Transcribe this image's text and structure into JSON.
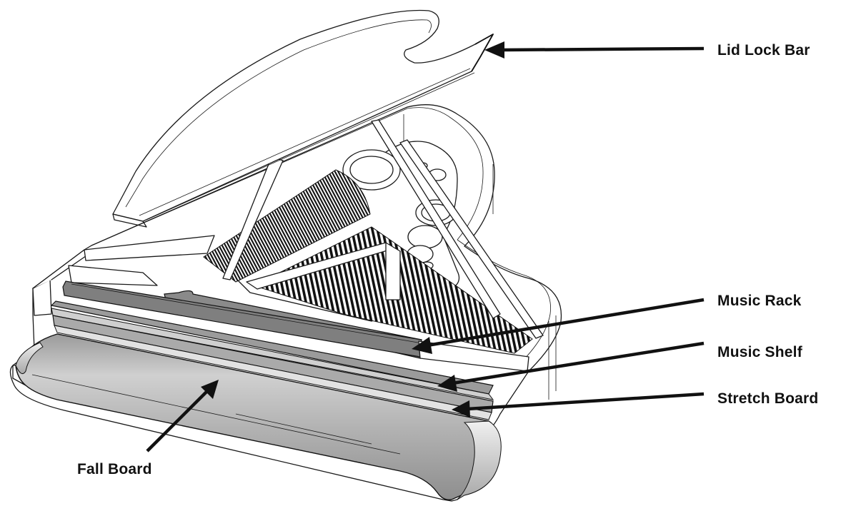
{
  "diagram": {
    "subject": "Grand piano",
    "callouts": [
      {
        "id": "lid-lock-bar",
        "label": "Lid Lock Bar"
      },
      {
        "id": "music-rack",
        "label": "Music Rack"
      },
      {
        "id": "music-shelf",
        "label": "Music Shelf"
      },
      {
        "id": "stretch-board",
        "label": "Stretch Board"
      },
      {
        "id": "fall-board",
        "label": "Fall Board"
      }
    ]
  },
  "colors": {
    "outline": "#1a1a1a",
    "panel_dark": "#8c8c8c",
    "panel_mid": "#b5b5b5",
    "panel_light": "#e6e6e6",
    "label": "#111111"
  }
}
